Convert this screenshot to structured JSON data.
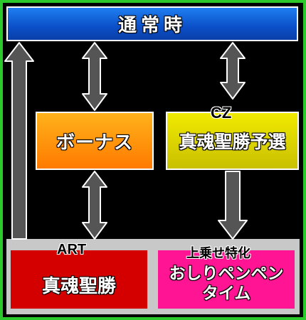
{
  "nodes": {
    "top": {
      "label": "通常時",
      "color": "#0b4fc8"
    },
    "bonus": {
      "label": "ボーナス",
      "color": "#ff8c00"
    },
    "cz": {
      "caption": "CZ",
      "label": "真魂聖勝予選",
      "color": "#e0d800"
    },
    "art": {
      "caption": "ART",
      "label": "真魂聖勝",
      "color": "#d40000"
    },
    "joushi": {
      "caption": "上乗せ特化",
      "label": "おしりペンペン\nタイム",
      "color": "#ff1493"
    }
  },
  "colors": {
    "border": "#2cc92c",
    "arrow": "#555555",
    "band": "#c8c8c8"
  }
}
